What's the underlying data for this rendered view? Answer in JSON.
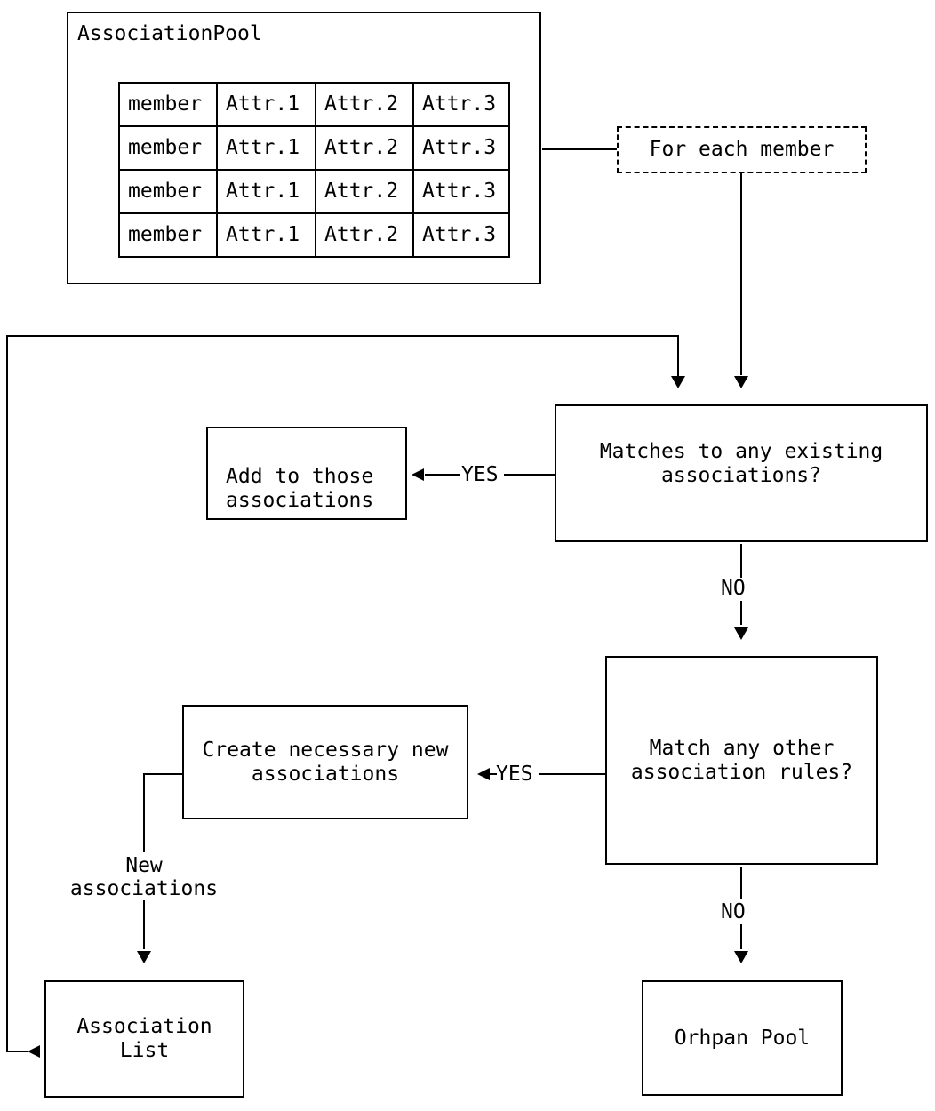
{
  "pool": {
    "title": "AssociationPool",
    "table": {
      "rows": [
        [
          "member",
          "Attr.1",
          "Attr.2",
          "Attr.3"
        ],
        [
          "member",
          "Attr.1",
          "Attr.2",
          "Attr.3"
        ],
        [
          "member",
          "Attr.1",
          "Attr.2",
          "Attr.3"
        ],
        [
          "member",
          "Attr.1",
          "Attr.2",
          "Attr.3"
        ]
      ]
    }
  },
  "nodes": {
    "for_each_member": {
      "label": "For each member"
    },
    "matches_existing": {
      "label": "Matches to any existing\nassociations?"
    },
    "add_to_those": {
      "label": "Add to those\nassociations"
    },
    "match_other_rules": {
      "label": "Match any other\nassociation rules?"
    },
    "create_new": {
      "label": "Create necessary new\nassociations"
    },
    "association_list": {
      "label": "Association\nList"
    },
    "orphan_pool": {
      "label": "Orhpan Pool"
    }
  },
  "edge_labels": {
    "yes_existing": "YES",
    "no_existing": "NO",
    "yes_rules": "YES",
    "no_rules": "NO",
    "new_associations": "New\nassociations"
  },
  "colors": {
    "line": "#000000",
    "background": "#ffffff",
    "text": "#000000"
  }
}
